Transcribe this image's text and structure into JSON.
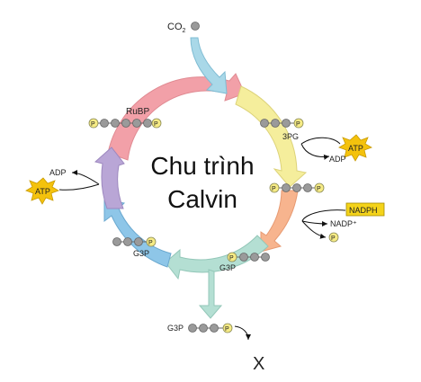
{
  "title_line1": "Chu trình",
  "title_line2": "Calvin",
  "co2_label": "CO",
  "co2_sub": "2",
  "rubp_label": "RuBP",
  "pg3_label": "3PG",
  "g3p_left_label": "G3P",
  "g3p_bottom_label": "G3P",
  "g3p_out_label": "G3P",
  "atp_label": "ATP",
  "adp_label": "ADP",
  "nadph_label": "NADPH",
  "nadp_label": "NADP⁺",
  "p_label": "P",
  "x_label": "X",
  "colors": {
    "pink": "#f2a0a8",
    "yellow": "#f5ee9c",
    "orange": "#f7b48e",
    "teal": "#b4dfd3",
    "blue": "#8ec6e8",
    "purple": "#b9a6d6",
    "inflow": "#a9d8e8",
    "star": "#f4c20d",
    "phosphate": "#f6eb85",
    "carbon": "#9a9a9a"
  }
}
